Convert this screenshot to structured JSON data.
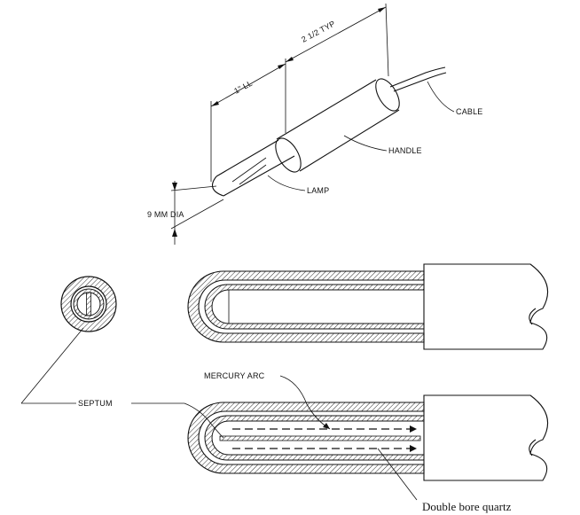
{
  "labels": {
    "typ": "2 1/2 TYP",
    "ll": "1\" LL",
    "cable": "CABLE",
    "handle": "HANDLE",
    "lamp": "LAMP",
    "dia": "9 MM DIA",
    "mercury": "MERCURY ARC",
    "septum": "SEPTUM",
    "quartz": "Double bore quartz"
  }
}
